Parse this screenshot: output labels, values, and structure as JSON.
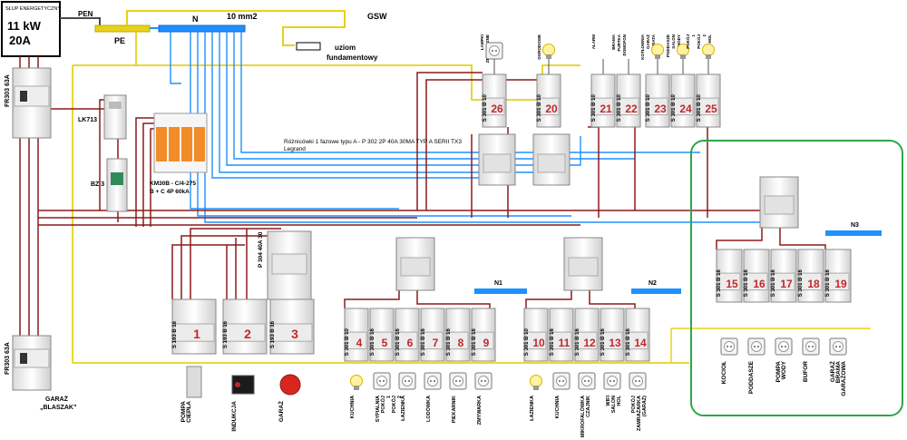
{
  "supply": {
    "pole_label": "SŁUP ENERGETYCZNY",
    "power": "11 kW",
    "current": "20A"
  },
  "bus_labels": {
    "pen": "PEN",
    "pe": "PE",
    "n": "N",
    "cable": "10 mm2",
    "gsw": "GSW",
    "earth_1": "uziom",
    "earth_2": "fundamentowy",
    "n1": "N1",
    "n2": "N2",
    "n3": "N3"
  },
  "devices": {
    "main_switch_top": "FR303 63A",
    "main_switch_bottom": "FR303 63A",
    "garage_1": "GARAŻ",
    "garage_2": "„BLASZAK”",
    "lk": "LK713",
    "bz": "BZ 3",
    "spd_1": "KM30B - C/4-275",
    "spd_2": "B + C 4P 60kA",
    "rcd_note_1": "Różnicówki 1 fazowe typu A - P 302 2P 40A 30MA TYP A SERII TX3",
    "rcd_note_2": "Legrand",
    "big_rcd": "P 304 40A 30"
  },
  "top_breakers": [
    {
      "num": "26",
      "type": "S 301 B 10",
      "label": "LAMPKI ZEWNĘTRZNE"
    },
    {
      "num": "20",
      "type": "S 301 B 10",
      "label": "OGRODOWE"
    },
    {
      "num": "21",
      "type": "S 301 B 10",
      "label": "ALARM"
    },
    {
      "num": "22",
      "type": "S 301 B 10",
      "label": "BRAMA FURTKA DOMOFON"
    },
    {
      "num": "23",
      "type": "S 301 B 10",
      "label": "KOTŁOWNIA GARAŻ WIATA"
    },
    {
      "num": "24",
      "type": "S 301 B 10",
      "label": "PODDASZE SALON SCHODY"
    },
    {
      "num": "25",
      "type": "S 301 B 10",
      "label": "POKÓJ 1 POKÓJ 2 HOL"
    }
  ],
  "three_phase": [
    {
      "num": "1",
      "type": "S 193 B 16",
      "label": "POMPA CIEPŁA"
    },
    {
      "num": "2",
      "type": "S 193 B 16",
      "label": "INDUKCJA"
    },
    {
      "num": "3",
      "type": "S 193 B 16",
      "label": "GARAŻ"
    }
  ],
  "group_n1": [
    {
      "num": "4",
      "type": "S 301 B 10",
      "label": "KUCHNIA"
    },
    {
      "num": "5",
      "type": "S 301 B 16",
      "label": "SYPIALNIA POKÓJ 1 POKÓJ 2"
    },
    {
      "num": "6",
      "type": "S 301 B 16",
      "label": "ŁAZIENKA"
    },
    {
      "num": "7",
      "type": "S 301 B 16",
      "label": "LODÓWKA"
    },
    {
      "num": "8",
      "type": "S 301 B 16",
      "label": "PIEKARNIK"
    },
    {
      "num": "9",
      "type": "S 301 B 16",
      "label": "ZMYWARKA"
    }
  ],
  "group_n2": [
    {
      "num": "10",
      "type": "S 301 B 10",
      "label": "ŁAZIENKA"
    },
    {
      "num": "11",
      "type": "S 301 B 16",
      "label": "KUCHNIA"
    },
    {
      "num": "12",
      "type": "S 301 B 16",
      "label": "MIKROFALÓWKA CZAJNIK"
    },
    {
      "num": "13",
      "type": "S 301 B 16",
      "label": "WIFI SALON HOL"
    },
    {
      "num": "14",
      "type": "S 301 B 16",
      "label": "POKÓJ ZAMRAŻARKA (GARAŻ)"
    }
  ],
  "group_n3": [
    {
      "num": "15",
      "type": "S 301 B 16",
      "label": "KOCIOŁ"
    },
    {
      "num": "16",
      "type": "S 301 B 16",
      "label": "PODDASZE"
    },
    {
      "num": "17",
      "type": "S 301 B 16",
      "label": "POMPA WODY"
    },
    {
      "num": "18",
      "type": "S 301 B 16",
      "label": "BUFOR"
    },
    {
      "num": "19",
      "type": "S 301 B 16",
      "label": "GARAŻ BRAMA GARAŻOWA"
    }
  ],
  "colors": {
    "phase": "#8b1a1a",
    "neutral": "#1e90ff",
    "pe": "#e6d21a",
    "number": "#c0282d",
    "group_frame": "#2ea64a"
  }
}
